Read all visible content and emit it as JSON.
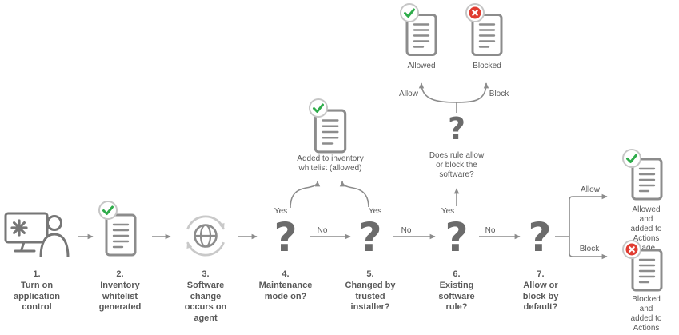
{
  "steps": [
    {
      "label": "1.\nTurn on\napplication\ncontrol"
    },
    {
      "label": "2.\nInventory\nwhitelist\ngenerated"
    },
    {
      "label": "3.\nSoftware\nchange\noccurs on\nagent"
    },
    {
      "label": "4.\nMaintenance\nmode on?"
    },
    {
      "label": "5.\nChanged by\ntrusted\ninstaller?"
    },
    {
      "label": "6.\nExisting\nsoftware\nrule?"
    },
    {
      "label": "7.\nAllow or\nblock by\ndefault?"
    }
  ],
  "question_mark": "?",
  "edge_labels": {
    "yes": "Yes",
    "no": "No",
    "allow": "Allow",
    "block": "Block"
  },
  "outcomes": {
    "inventory_whitelist": "Added to inventory\nwhitelist (allowed)",
    "rule_question": "Does rule allow\nor block the\nsoftware?",
    "allowed": "Allowed",
    "blocked": "Blocked",
    "allowed_actions": "Allowed and\nadded to\nActions page",
    "blocked_actions": "Blocked and\nadded to\nActions page"
  },
  "icons": {
    "user-at-computer": "monitor-with-asterisk-and-person",
    "document": "document-with-text-lines",
    "check": "green-check-circle",
    "cross": "red-x-circle",
    "sync-globe": "globe-with-refresh-arrows",
    "question": "question-mark"
  },
  "colors": {
    "connector": "#8c8c8c",
    "text": "#595959",
    "question_mark": "#6b6b6b",
    "check_green": "#2fac4b",
    "cross_red": "#e03c31",
    "badge_ring": "#c6c6c6",
    "light_arrow": "#c9c9c9"
  }
}
